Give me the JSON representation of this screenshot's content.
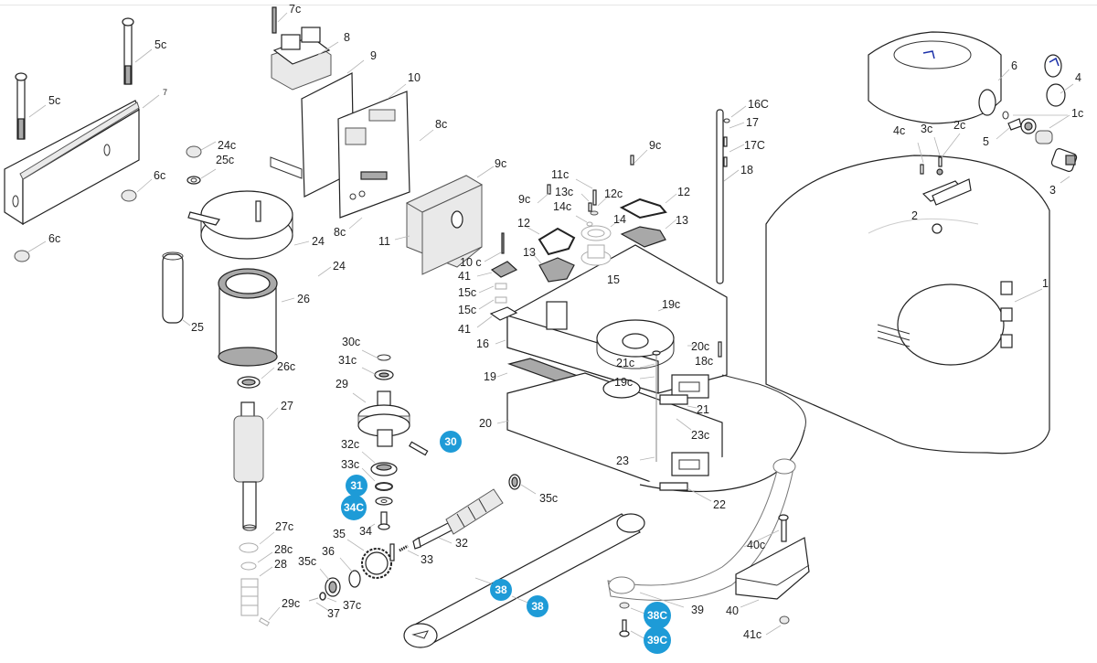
{
  "title": "Exploded parts diagram - swing gate operator",
  "accent_color": "#1e9bd7",
  "labels": {
    "l_5c_a": "5c",
    "l_5c_b": "5c",
    "l_7": "7",
    "l_6c_a": "6c",
    "l_6c_b": "6c",
    "l_24c": "24c",
    "l_25c": "25c",
    "l_7c": "7c",
    "l_8": "8",
    "l_9": "9",
    "l_10": "10",
    "l_8c_a": "8c",
    "l_8c_b": "8c",
    "l_9c_a": "9c",
    "l_9c_b": "9c",
    "l_9c_c": "9c",
    "l_11": "11",
    "l_11c": "11c",
    "l_13c": "13c",
    "l_12c": "12c",
    "l_14c": "14c",
    "l_12_a": "12",
    "l_12_b": "12",
    "l_13_a": "13",
    "l_13_b": "13",
    "l_14": "14",
    "l_15": "15",
    "l_10c": "10 c",
    "l_41_a": "41",
    "l_15c_a": "15c",
    "l_15c_b": "15c",
    "l_41_b": "41",
    "l_16": "16",
    "l_19": "19",
    "l_19c_a": "19c",
    "l_19c_b": "19c",
    "l_20": "20",
    "l_21c": "21c",
    "l_20c": "20c",
    "l_18c": "18c",
    "l_21": "21",
    "l_23c": "23c",
    "l_23": "23",
    "l_22": "22",
    "l_16C": "16C",
    "l_17": "17",
    "l_17C": "17C",
    "l_18": "18",
    "l_6": "6",
    "l_4": "4",
    "l_1c": "1c",
    "l_4c": "4c",
    "l_3c": "3c",
    "l_2c": "2c",
    "l_5": "5",
    "l_2": "2",
    "l_3": "3",
    "l_1": "1",
    "l_24_a": "24",
    "l_24_b": "24",
    "l_26": "26",
    "l_25": "25",
    "l_26c": "26c",
    "l_27": "27",
    "l_27c": "27c",
    "l_28c": "28c",
    "l_28": "28",
    "l_29c": "29c",
    "l_30c": "30c",
    "l_31c": "31c",
    "l_29": "29",
    "l_32c": "32c",
    "l_33c": "33c",
    "l_34": "34",
    "l_35": "35",
    "l_36": "36",
    "l_35c_a": "35c",
    "l_37c": "37c",
    "l_37": "37",
    "l_33": "33",
    "l_32": "32",
    "l_35c_b": "35c",
    "l_39": "39",
    "l_40c": "40c",
    "l_40": "40",
    "l_41c": "41c"
  },
  "badges": {
    "b_30": "30",
    "b_31": "31",
    "b_34C": "34C",
    "b_38_a": "38",
    "b_38_b": "38",
    "b_38C": "38C",
    "b_39C": "39C"
  }
}
